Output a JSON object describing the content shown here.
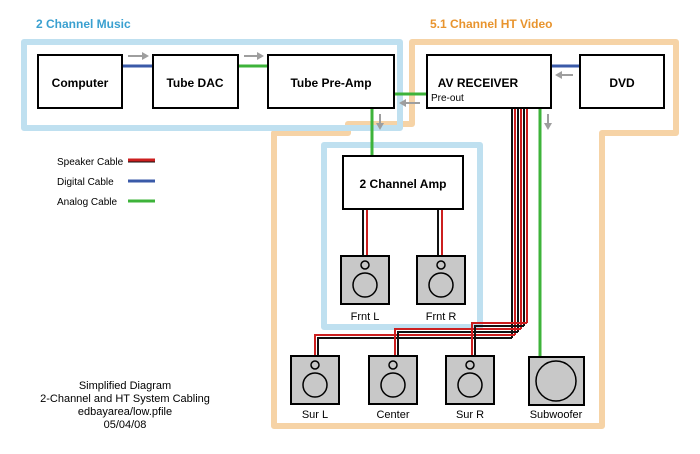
{
  "zones": {
    "music_title": "2 Channel Music",
    "ht_title": "5.1 Channel HT Video",
    "music_color": "#bfe0f0",
    "ht_color": "#f6d3a6",
    "music_title_color": "#3aa0d0",
    "ht_title_color": "#e8942e"
  },
  "devices": {
    "computer": "Computer",
    "tube_dac": "Tube DAC",
    "tube_preamp": "Tube Pre-Amp",
    "av_receiver": "AV RECEIVER",
    "pre_out": "Pre-out",
    "dvd": "DVD",
    "two_ch_amp": "2 Channel Amp"
  },
  "speakers": {
    "front_left": "Frnt L",
    "front_right": "Frnt R",
    "surround_left": "Sur L",
    "center": "Center",
    "surround_right": "Sur R",
    "subwoofer": "Subwoofer"
  },
  "legend": {
    "speaker_cable": "Speaker Cable",
    "digital_cable": "Digital Cable",
    "analog_cable": "Analog Cable"
  },
  "cable_colors": {
    "speaker": "#cc1f1f",
    "digital": "#3a5aa8",
    "analog": "#3db33a"
  },
  "footer": {
    "line1": "Simplified Diagram",
    "line2": "2-Channel and HT System Cabling",
    "line3": "edbayarea/low.pfile",
    "line4": "05/04/08"
  }
}
